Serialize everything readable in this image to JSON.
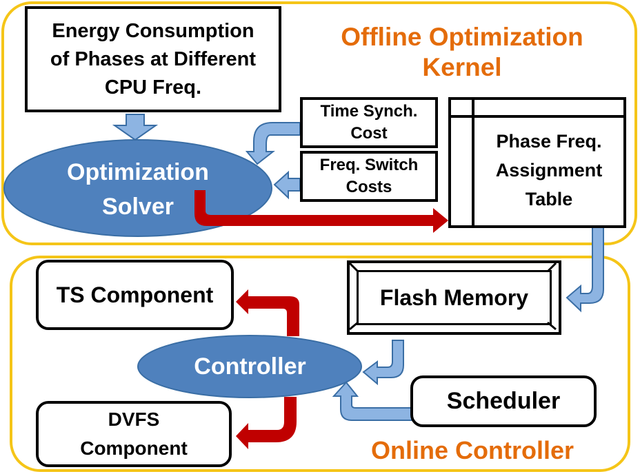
{
  "diagram": {
    "colors": {
      "region_border": "#f5c518",
      "title_text": "#e46c0a",
      "ellipse_fill": "#4f81bd",
      "blue_arrow_fill": "#8db4e2",
      "blue_arrow_stroke": "#3a6ea5",
      "red_arrow": "#c00000"
    },
    "offline_region": {
      "title": "Offline Optimization\nKernel",
      "energy_box": "Energy Consumption\nof Phases at Different\nCPU Freq.",
      "solver": "Optimization\nSolver",
      "time_synch": "Time Synch.\nCost",
      "freq_switch": "Freq. Switch\nCosts",
      "assignment_table": "Phase Freq.\nAssignment\nTable"
    },
    "online_region": {
      "title": "Online Controller",
      "ts_component": "TS Component",
      "dvfs_component": "DVFS\nComponent",
      "controller": "Controller",
      "flash_memory": "Flash Memory",
      "scheduler": "Scheduler"
    },
    "edges": [
      {
        "from": "Energy Consumption of Phases at Different CPU Freq.",
        "to": "Optimization Solver",
        "style": "blue"
      },
      {
        "from": "Time Synch. Cost",
        "to": "Optimization Solver",
        "style": "blue"
      },
      {
        "from": "Freq. Switch Costs",
        "to": "Optimization Solver",
        "style": "blue"
      },
      {
        "from": "Optimization Solver",
        "to": "Phase Freq. Assignment Table",
        "style": "red"
      },
      {
        "from": "Phase Freq. Assignment Table",
        "to": "Flash Memory",
        "style": "blue"
      },
      {
        "from": "Flash Memory",
        "to": "Controller",
        "style": "blue"
      },
      {
        "from": "Scheduler",
        "to": "Controller",
        "style": "blue"
      },
      {
        "from": "Controller",
        "to": "TS Component",
        "style": "red"
      },
      {
        "from": "Controller",
        "to": "DVFS Component",
        "style": "red"
      }
    ]
  }
}
